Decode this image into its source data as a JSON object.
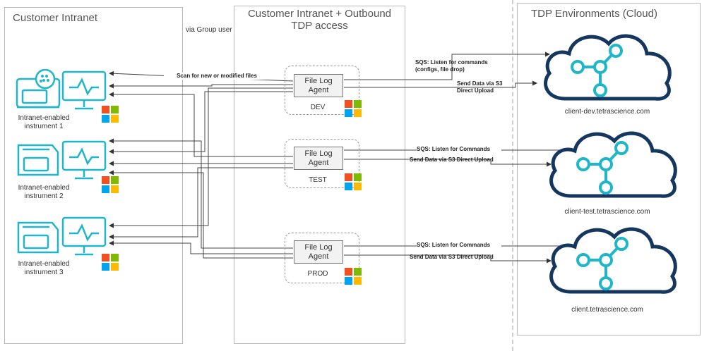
{
  "zones": {
    "intranet_title": "Customer Intranet",
    "outbound_title": "Customer Intranet + Outbound TDP access",
    "cloud_title": "TDP Environments (Cloud)"
  },
  "via_group_user": "via Group user",
  "instruments": [
    {
      "label": "Intranet-enabled instrument 1"
    },
    {
      "label": "Intranet-enabled instrument 2"
    },
    {
      "label": "Intranet-enabled instrument 3"
    }
  ],
  "scan_label": "Scan for new or modified files",
  "agents": [
    {
      "name": "File Log Agent",
      "env": "DEV",
      "sqs": "SQS: Listen for commands (configs, file drop)",
      "send": "Send Data via S3 Direct Upload"
    },
    {
      "name": "File Log Agent",
      "env": "TEST",
      "sqs": "SQS: Listen for Commands",
      "send": "Send Data via S3 Direct Upload"
    },
    {
      "name": "File Log Agent",
      "env": "PROD",
      "sqs": "SQS: Listen for Commands",
      "send": "Send Data via S3 Direct Upload"
    }
  ],
  "clouds": [
    {
      "label": "client-dev.tetrascience.com"
    },
    {
      "label": "client-test.tetrascience.com"
    },
    {
      "label": "client.tetrascience.com"
    }
  ],
  "colors": {
    "teal": "#1fb6c9",
    "navy": "#15365f",
    "win_red": "#f25022",
    "win_green": "#7fba00",
    "win_blue": "#00a4ef",
    "win_yellow": "#ffb900"
  }
}
